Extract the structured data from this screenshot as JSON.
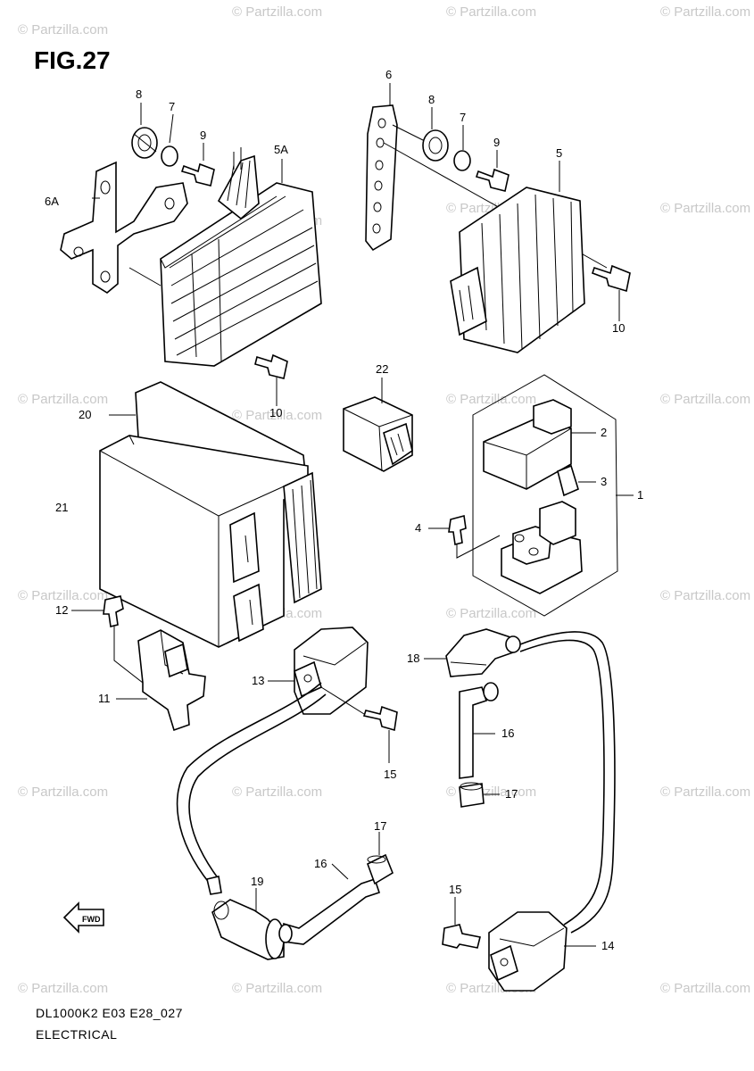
{
  "figure": {
    "title": "FIG.27"
  },
  "footer": {
    "code": "DL1000K2 E03 E28_027",
    "section": "ELECTRICAL"
  },
  "watermark": {
    "text": "© Partzilla.com",
    "color": "#c8c8c8"
  },
  "fwd_arrow": {
    "label": "FWD"
  },
  "callouts": {
    "c8a": "8",
    "c7a": "7",
    "c9a": "9",
    "c5A": "5A",
    "c6A": "6A",
    "c6": "6",
    "c8b": "8",
    "c7b": "7",
    "c9b": "9",
    "c5": "5",
    "c10a": "10",
    "c10b": "10",
    "c22": "22",
    "c20": "20",
    "c21": "21",
    "c2": "2",
    "c3": "3",
    "c1": "1",
    "c4": "4",
    "c12": "12",
    "c11": "11",
    "c13": "13",
    "c18": "18",
    "c16a": "16",
    "c17a": "17",
    "c15a": "15",
    "c17b": "17",
    "c16b": "16",
    "c19": "19",
    "c15b": "15",
    "c14": "14"
  }
}
